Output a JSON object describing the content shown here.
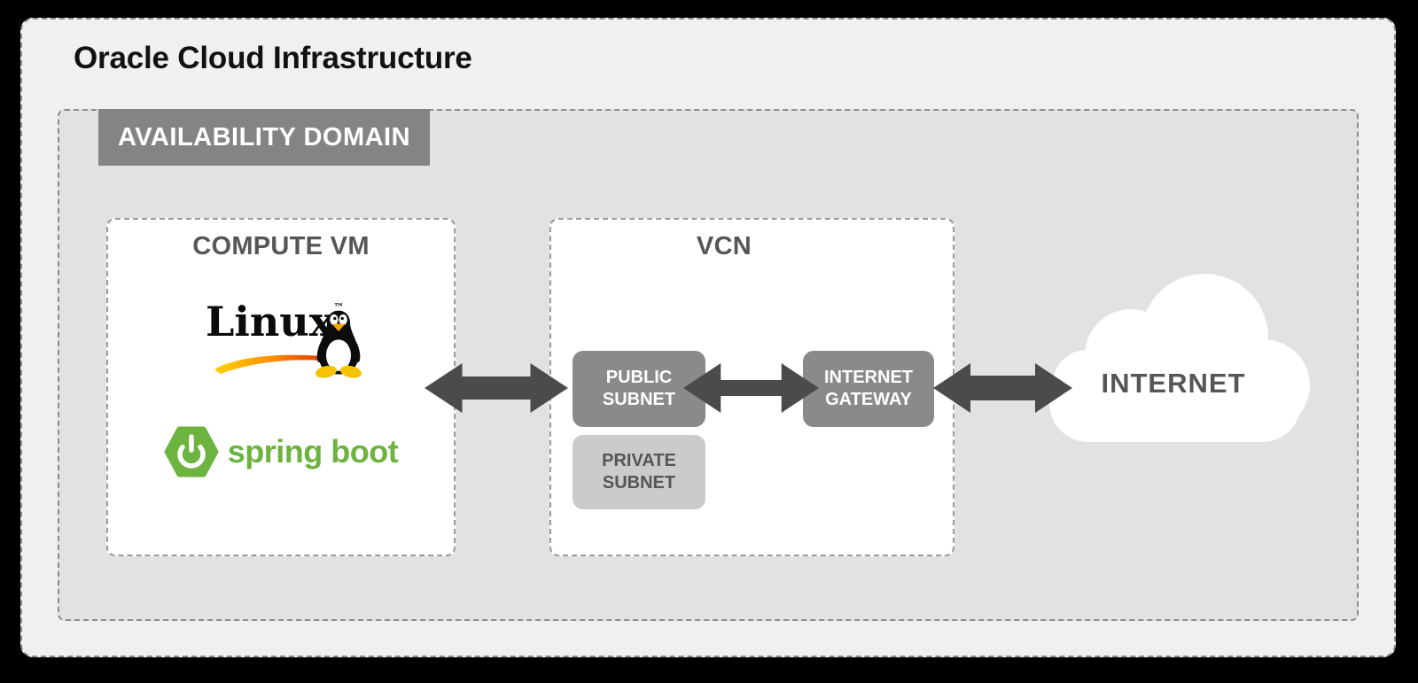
{
  "colors": {
    "canvas": "#000000",
    "oci_fill": "#f0f0ef",
    "availability_domain_fill": "#e2e2e1",
    "label_bar": "#848484",
    "node_dark": "#8a8a8a",
    "node_light": "#cbcbcb",
    "arrow": "#4b4b4b",
    "spring_green": "#6db33f",
    "heading_text": "#565656",
    "linux_swoosh_start": "#ffd200",
    "linux_swoosh_end": "#e23a00"
  },
  "oci": {
    "title": "Oracle Cloud Infrastructure"
  },
  "availability_domain": {
    "label": "AVAILABILITY DOMAIN"
  },
  "compute_vm": {
    "title": "COMPUTE VM",
    "linux_wordmark": "Linux",
    "linux_trademark": "™",
    "spring_boot_label": "spring boot"
  },
  "vcn": {
    "title": "VCN",
    "public_subnet": {
      "line1": "PUBLIC",
      "line2": "SUBNET"
    },
    "internet_gateway": {
      "line1": "INTERNET",
      "line2": "GATEWAY"
    },
    "private_subnet": {
      "line1": "PRIVATE",
      "line2": "SUBNET"
    }
  },
  "internet": {
    "label": "INTERNET"
  }
}
